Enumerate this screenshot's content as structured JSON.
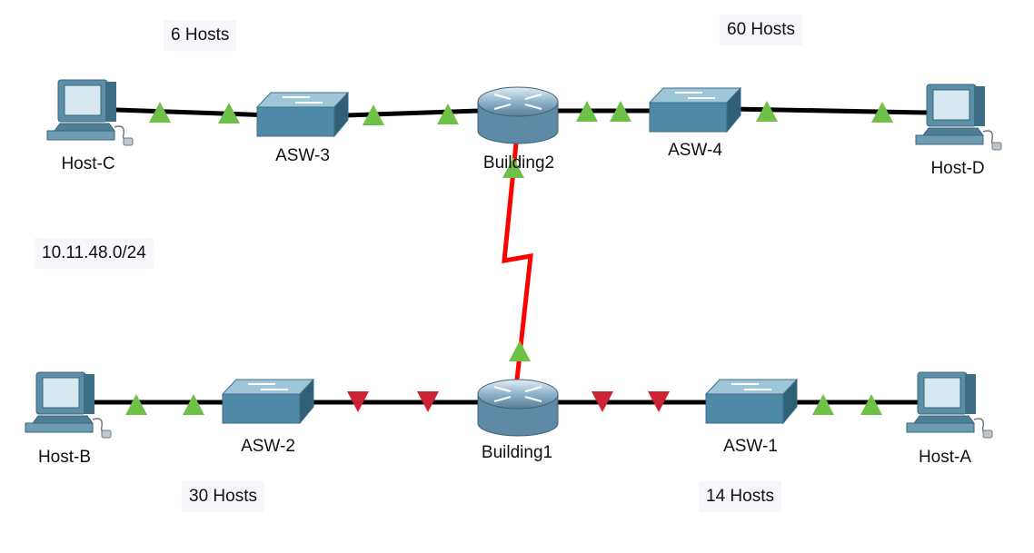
{
  "notes": {
    "c": "6 Hosts",
    "d": "60 Hosts",
    "net": "10.11.48.0/24",
    "b": "30 Hosts",
    "a": "14 Hosts"
  },
  "devices": {
    "host_c": "Host-C",
    "asw3": "ASW-3",
    "building2": "Building2",
    "asw4": "ASW-4",
    "host_d": "Host-D",
    "host_b": "Host-B",
    "asw2": "ASW-2",
    "building1": "Building1",
    "asw1": "ASW-1",
    "host_a": "Host-A"
  },
  "colors": {
    "ethernet": "#000000",
    "serial": "#ff0000",
    "link_up": "#6ec046",
    "link_down": "#cc2233"
  },
  "icons": {
    "host": "pc-icon",
    "switch": "switch-icon",
    "router": "router-icon"
  }
}
